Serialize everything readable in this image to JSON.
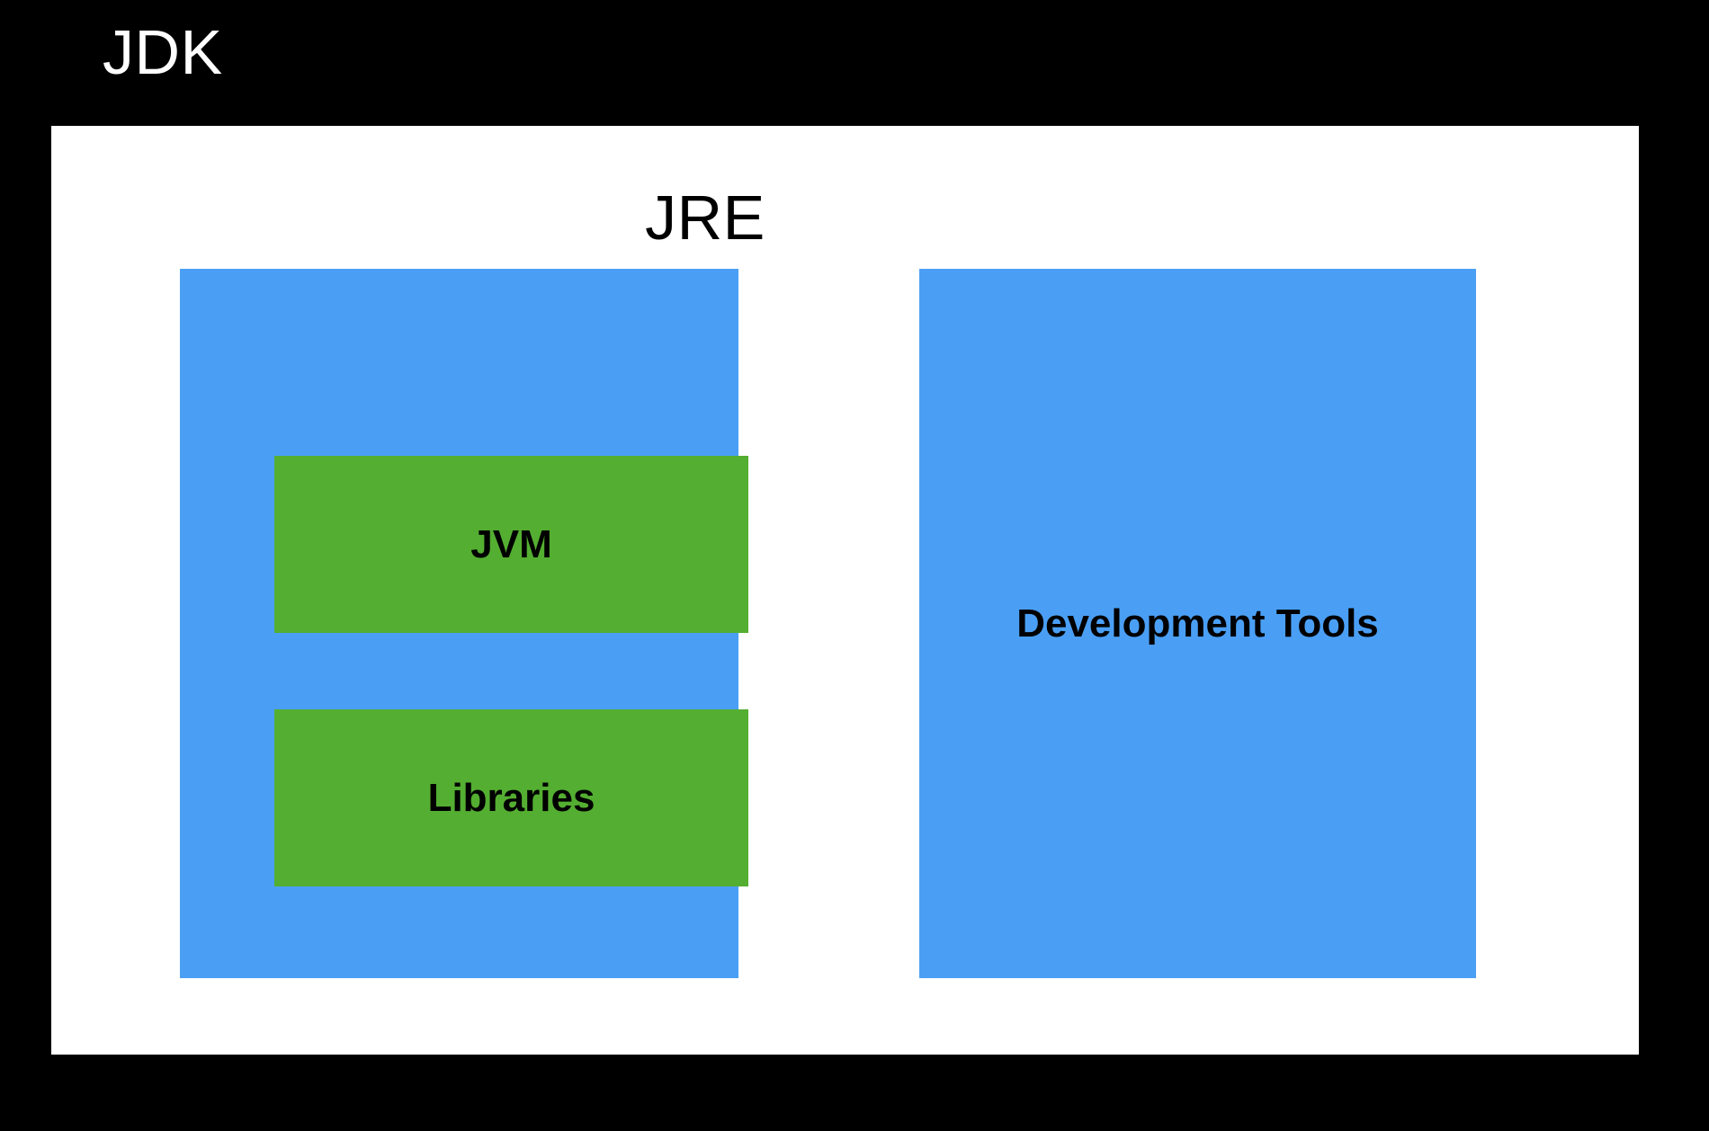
{
  "diagram": {
    "type": "nested-block-diagram",
    "background_color": "#000000",
    "title": "JDK",
    "panel": {
      "label": "JRE",
      "background_color": "#ffffff"
    },
    "blocks": [
      {
        "name": "jre-container",
        "label": "JRE",
        "color": "#4A9FF5",
        "children": [
          {
            "name": "jvm",
            "label": "JVM",
            "color": "#54AE31"
          },
          {
            "name": "libraries",
            "label": "Libraries",
            "color": "#54AE31"
          }
        ]
      },
      {
        "name": "development-tools",
        "label": "Development Tools",
        "color": "#4A9FF5",
        "children": []
      }
    ]
  },
  "labels": {
    "jdk": "JDK",
    "jre": "JRE",
    "jvm": "JVM",
    "libraries": "Libraries",
    "development_tools": "Development Tools"
  },
  "colors": {
    "background": "#000000",
    "panel": "#ffffff",
    "blue": "#4A9FF5",
    "green": "#54AE31",
    "text_light": "#ffffff",
    "text_dark": "#000000"
  }
}
